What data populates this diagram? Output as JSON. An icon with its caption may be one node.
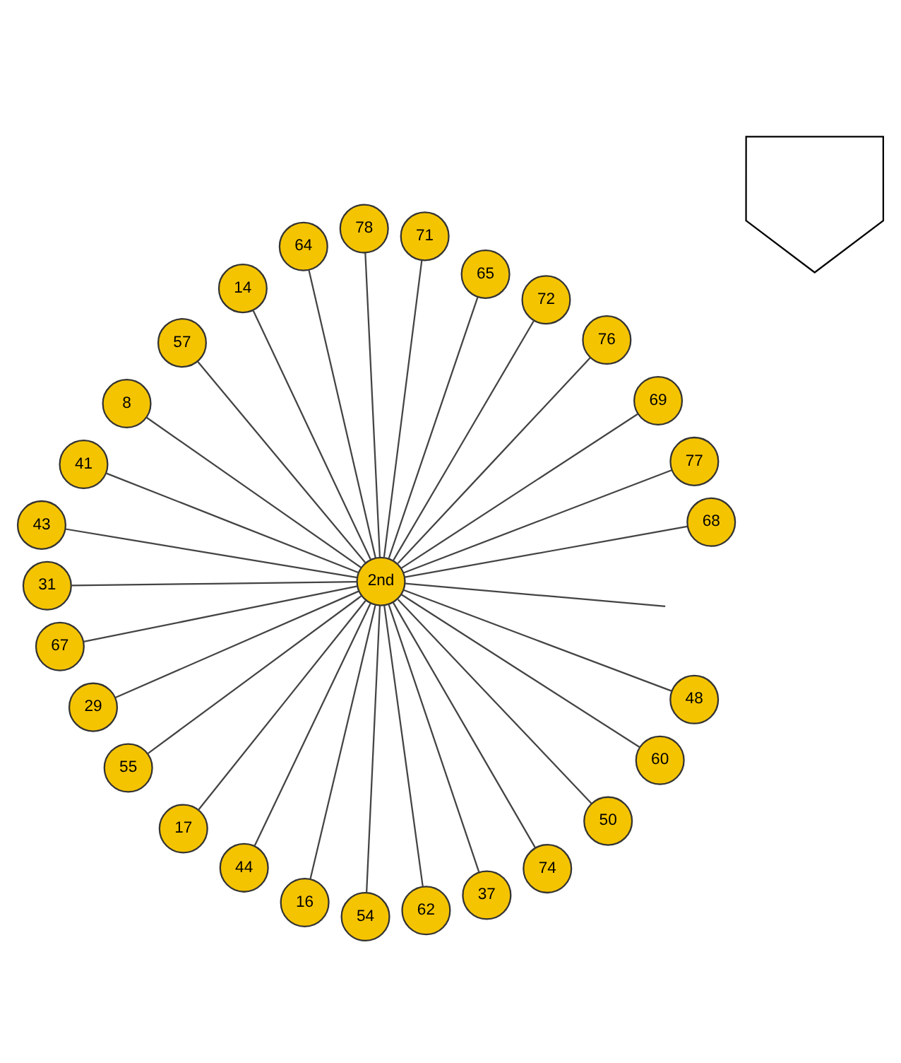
{
  "diagram": {
    "nodes": [
      {
        "text": [
          "2nd"
        ]
      },
      {
        "text": [
          "68"
        ]
      },
      {
        "text": [
          "77"
        ]
      },
      {
        "text": [
          "69"
        ]
      },
      {
        "text": [
          "76"
        ]
      },
      {
        "text": [
          "72"
        ]
      },
      {
        "text": [
          "65"
        ]
      },
      {
        "text": [
          "71"
        ]
      },
      {
        "text": [
          "78"
        ]
      },
      {
        "text": [
          "64"
        ]
      },
      {
        "text": [
          "14"
        ]
      },
      {
        "text": [
          "57"
        ]
      },
      {
        "text": [
          "8"
        ]
      },
      {
        "text": [
          "41"
        ]
      },
      {
        "text": [
          "43"
        ]
      },
      {
        "text": [
          "31"
        ]
      },
      {
        "text": [
          "67"
        ]
      },
      {
        "text": [
          "29"
        ]
      },
      {
        "text": [
          "55"
        ]
      },
      {
        "text": [
          "17"
        ]
      },
      {
        "text": [
          "44"
        ]
      },
      {
        "text": [
          "16"
        ]
      },
      {
        "text": [
          "54"
        ]
      },
      {
        "text": [
          "62"
        ]
      },
      {
        "text": [
          "37"
        ]
      },
      {
        "text": [
          "74"
        ]
      },
      {
        "text": [
          "50"
        ]
      },
      {
        "text": [
          "60"
        ]
      },
      {
        "text": [
          "48"
        ]
      },
      {
        "text": [],
        "shape": "arrow"
      }
    ],
    "edges": [
      {
        "from": 0,
        "to": 1,
        "arrow": "none"
      },
      {
        "from": 0,
        "to": 2,
        "arrow": "none"
      },
      {
        "from": 0,
        "to": 3,
        "arrow": "none"
      },
      {
        "from": 0,
        "to": 4,
        "arrow": "none"
      },
      {
        "from": 0,
        "to": 5,
        "arrow": "none"
      },
      {
        "from": 0,
        "to": 6,
        "arrow": "none"
      },
      {
        "from": 0,
        "to": 7,
        "arrow": "none"
      },
      {
        "from": 0,
        "to": 8,
        "arrow": "none"
      },
      {
        "from": 0,
        "to": 9,
        "arrow": "none"
      },
      {
        "from": 0,
        "to": 10,
        "arrow": "none"
      },
      {
        "from": 0,
        "to": 11,
        "arrow": "none"
      },
      {
        "from": 0,
        "to": 12,
        "arrow": "none"
      },
      {
        "from": 0,
        "to": null,
        "arrow": "none"
      },
      {
        "from": 0,
        "to": 13,
        "arrow": "none"
      },
      {
        "from": 0,
        "to": 14,
        "arrow": "none"
      },
      {
        "from": 0,
        "to": 15,
        "arrow": "none"
      },
      {
        "from": 0,
        "to": 16,
        "arrow": "none"
      },
      {
        "from": 0,
        "to": 17,
        "arrow": "none"
      },
      {
        "from": 0,
        "to": 18,
        "arrow": "none"
      },
      {
        "from": 0,
        "to": 19,
        "arrow": "none"
      },
      {
        "from": 0,
        "to": 20,
        "arrow": "none"
      },
      {
        "from": 0,
        "to": 21,
        "arrow": "none"
      },
      {
        "from": 0,
        "to": 22,
        "arrow": "none"
      },
      {
        "from": 0,
        "to": 23,
        "arrow": "none"
      },
      {
        "from": 0,
        "to": 24,
        "arrow": "none"
      },
      {
        "from": 0,
        "to": 25,
        "arrow": "none"
      },
      {
        "from": 0,
        "to": 26,
        "arrow": "none"
      },
      {
        "from": 0,
        "to": 27,
        "arrow": "none"
      },
      {
        "from": 0,
        "to": 28,
        "arrow": "none"
      }
    ]
  }
}
